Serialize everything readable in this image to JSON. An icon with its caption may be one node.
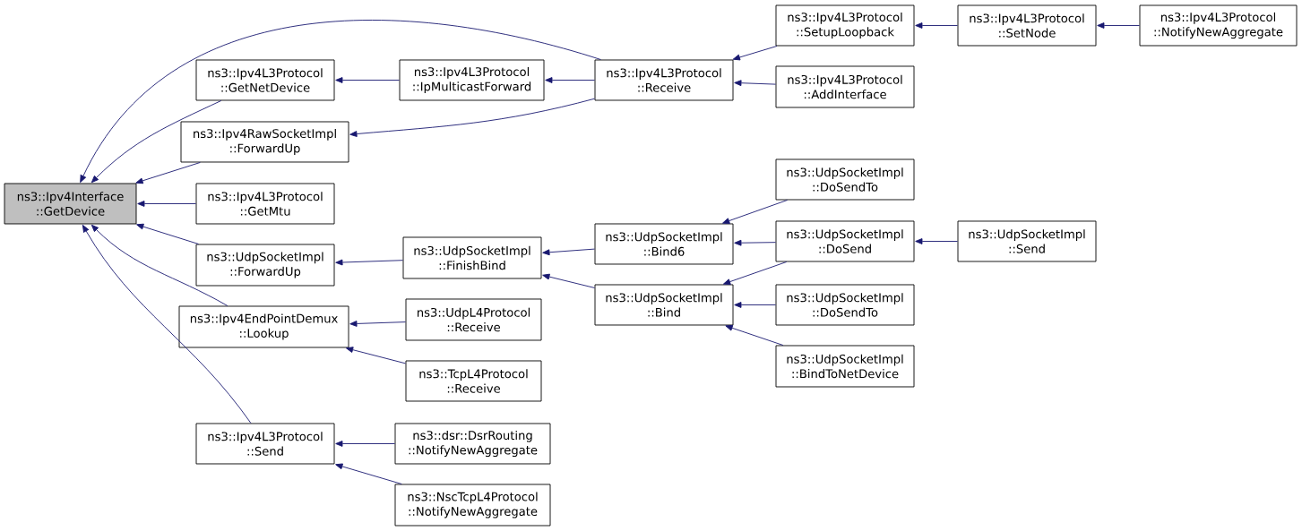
{
  "diagram": {
    "nodes": [
      {
        "text": [
          "ns3::Ipv4Interface ::GetDevice"
        ]
      },
      {
        "text": [
          "ns3::Ipv4L3Protocol ::GetNetDevice"
        ]
      },
      {
        "text": [
          "ns3::Ipv4L3Protocol ::IpMulticastForward"
        ]
      },
      {
        "text": [
          "ns3::Ipv4L3Protocol ::Receive"
        ]
      },
      {
        "text": [
          "ns3::Ipv4L3Protocol ::SetupLoopback"
        ]
      },
      {
        "text": [
          "ns3::Ipv4L3Protocol ::SetNode"
        ]
      },
      {
        "text": [
          "ns3::Ipv4L3Protocol ::NotifyNewAggregate"
        ]
      },
      {
        "text": [
          "ns3::Ipv4L3Protocol ::AddInterface"
        ]
      },
      {
        "text": [
          "ns3::Ipv4RawSocketImpl ::ForwardUp"
        ]
      },
      {
        "text": [
          "ns3::Ipv4L3Protocol ::GetMtu"
        ]
      },
      {
        "text": [
          "ns3::UdpSocketImpl ::ForwardUp"
        ]
      },
      {
        "text": [
          "ns3::UdpSocketImpl ::FinishBind"
        ]
      },
      {
        "text": [
          "ns3::UdpSocketImpl ::Bind6"
        ]
      },
      {
        "text": [
          "ns3::UdpSocketImpl ::DoSendTo"
        ]
      },
      {
        "text": [
          "ns3::UdpSocketImpl ::DoSend"
        ]
      },
      {
        "text": [
          "ns3::UdpSocketImpl ::Send"
        ]
      },
      {
        "text": [
          "ns3::UdpSocketImpl ::Bind"
        ]
      },
      {
        "text": [
          "ns3::UdpSocketImpl ::DoSendTo"
        ]
      },
      {
        "text": [
          "ns3::UdpSocketImpl ::BindToNetDevice"
        ]
      },
      {
        "text": [
          "ns3::Ipv4EndPointDemux ::Lookup"
        ]
      },
      {
        "text": [
          "ns3::UdpL4Protocol ::Receive"
        ]
      },
      {
        "text": [
          "ns3::TcpL4Protocol ::Receive"
        ]
      },
      {
        "text": [
          "ns3::Ipv4L3Protocol ::Send"
        ]
      },
      {
        "text": [
          "ns3::dsr::DsrRouting ::NotifyNewAggregate"
        ]
      },
      {
        "text": [
          "ns3::NscTcpL4Protocol ::NotifyNewAggregate"
        ]
      }
    ],
    "edges": [
      {
        "from": 1,
        "to": 0,
        "arrow": "to"
      },
      {
        "from": 3,
        "to": 0,
        "arrow": "to"
      },
      {
        "from": 8,
        "to": 0,
        "arrow": "to"
      },
      {
        "from": 9,
        "to": 0,
        "arrow": "to"
      },
      {
        "from": 10,
        "to": 0,
        "arrow": "to"
      },
      {
        "from": 19,
        "to": 0,
        "arrow": "to"
      },
      {
        "from": 22,
        "to": 0,
        "arrow": "to"
      },
      {
        "from": 2,
        "to": 1,
        "arrow": "to"
      },
      {
        "from": 3,
        "to": 2,
        "arrow": "to"
      },
      {
        "from": 3,
        "to": 8,
        "arrow": "to"
      },
      {
        "from": 4,
        "to": 3,
        "arrow": "to"
      },
      {
        "from": 7,
        "to": 3,
        "arrow": "to"
      },
      {
        "from": 5,
        "to": 4,
        "arrow": "to"
      },
      {
        "from": 6,
        "to": 5,
        "arrow": "to"
      },
      {
        "from": 11,
        "to": 10,
        "arrow": "to"
      },
      {
        "from": 12,
        "to": 11,
        "arrow": "to"
      },
      {
        "from": 16,
        "to": 11,
        "arrow": "to"
      },
      {
        "from": 13,
        "to": 12,
        "arrow": "to"
      },
      {
        "from": 14,
        "to": 12,
        "arrow": "to"
      },
      {
        "from": 15,
        "to": 14,
        "arrow": "to"
      },
      {
        "from": 14,
        "to": 16,
        "arrow": "to"
      },
      {
        "from": 17,
        "to": 16,
        "arrow": "to"
      },
      {
        "from": 18,
        "to": 16,
        "arrow": "to"
      },
      {
        "from": 20,
        "to": 19,
        "arrow": "to"
      },
      {
        "from": 21,
        "to": 19,
        "arrow": "to"
      },
      {
        "from": 23,
        "to": 22,
        "arrow": "to"
      },
      {
        "from": 24,
        "to": 22,
        "arrow": "to"
      }
    ]
  }
}
